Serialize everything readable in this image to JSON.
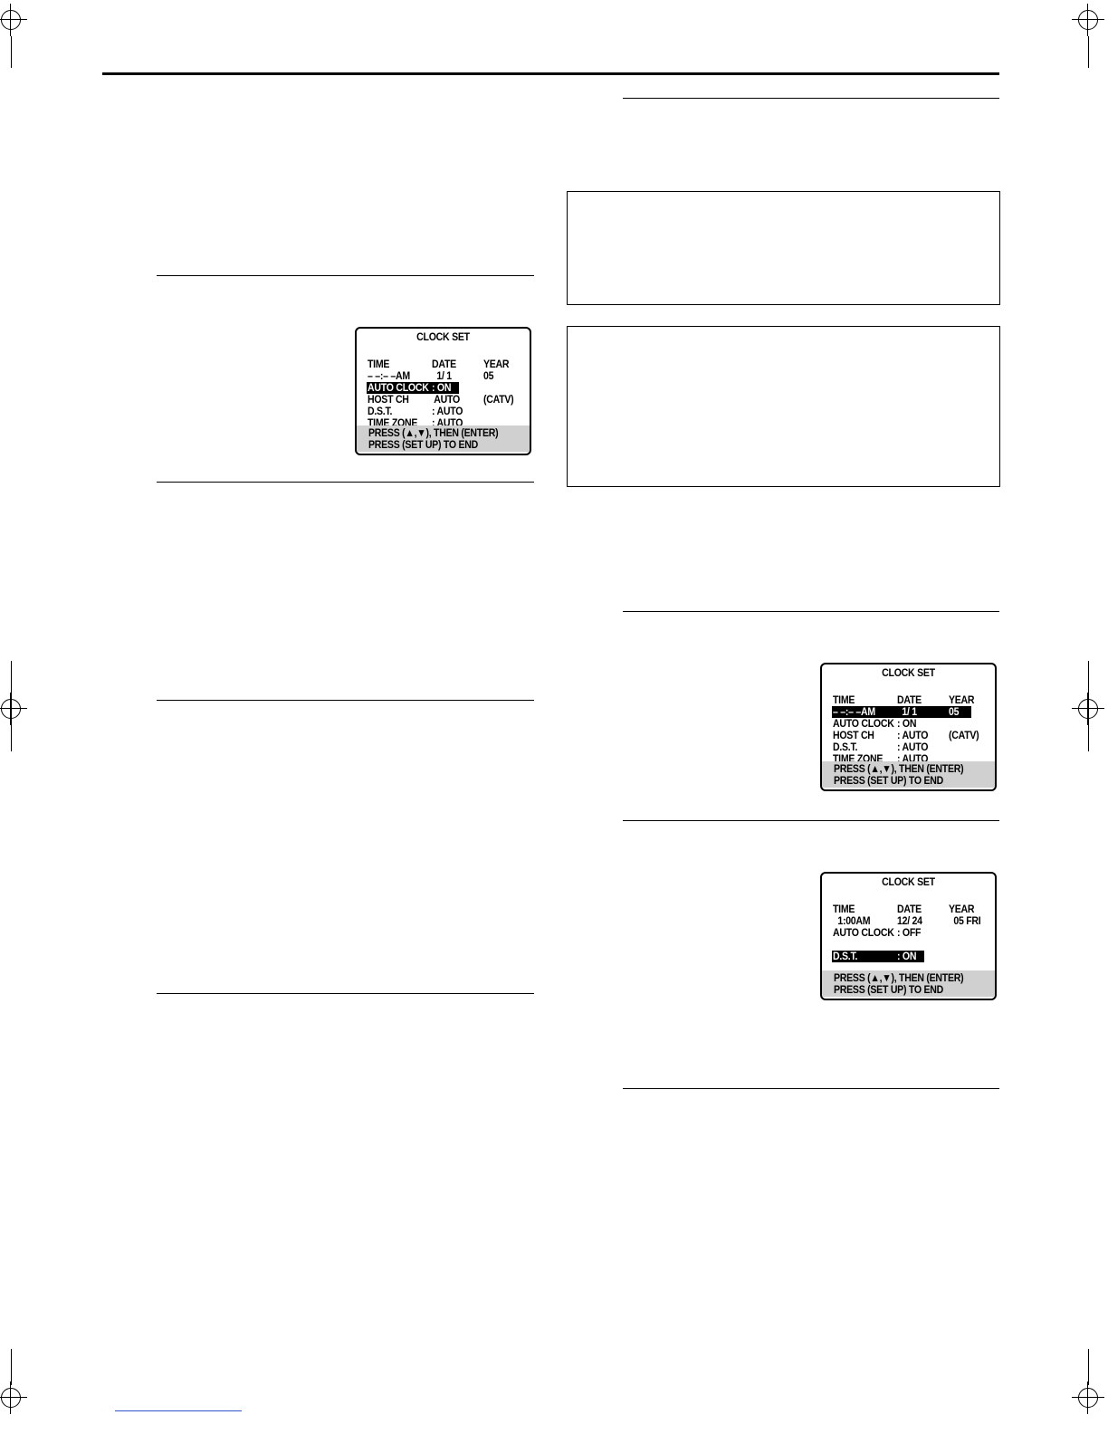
{
  "screens": [
    {
      "title": "CLOCK SET",
      "rows": [
        {
          "c1": "TIME",
          "c2": "DATE",
          "c3": "YEAR"
        },
        {
          "c1": "– –:– –AM",
          "c2": "  1/ 1",
          "c3": "05"
        },
        {
          "c1": "AUTO CLOCK",
          "c2": ": ON",
          "highlight": "label-value"
        },
        {
          "c1": "HOST CH",
          "c2": " AUTO",
          "c3": "(CATV)"
        },
        {
          "c1": "D.S.T.",
          "c2": ": AUTO"
        },
        {
          "c1": "TIME ZONE",
          "c2": ": AUTO"
        }
      ],
      "footer": [
        "PRESS (▲,▼), THEN (ENTER)",
        "PRESS (SET UP) TO END"
      ]
    },
    {
      "title": "CLOCK SET",
      "rows": [
        {
          "c1": "TIME",
          "c2": "DATE",
          "c3": "YEAR"
        },
        {
          "c1": "– –:– –AM",
          "c2": "  1/ 1",
          "c3": "05",
          "highlight": "full"
        },
        {
          "c1": "AUTO CLOCK",
          "c2": ": ON"
        },
        {
          "c1": "HOST CH",
          "c2": ": AUTO",
          "c3": "(CATV)"
        },
        {
          "c1": "D.S.T.",
          "c2": ": AUTO"
        },
        {
          "c1": "TIME ZONE",
          "c2": ": AUTO"
        }
      ],
      "footer": [
        "PRESS (▲,▼), THEN (ENTER)",
        "PRESS (SET UP) TO END"
      ]
    },
    {
      "title": "CLOCK SET",
      "rows": [
        {
          "c1": "TIME",
          "c2": "DATE",
          "c3": "YEAR"
        },
        {
          "c1": "  1:00AM",
          "c2": "12/ 24",
          "c3": "  05 FRI"
        },
        {
          "c1": "AUTO CLOCK",
          "c2": ": OFF"
        },
        {
          "c1": "",
          "c2": ""
        },
        {
          "c1": "D.S.T.",
          "c2": ": ON",
          "highlight": "label-value"
        }
      ],
      "footer": [
        "PRESS (▲,▼), THEN (ENTER)",
        "PRESS (SET UP) TO END"
      ]
    }
  ]
}
